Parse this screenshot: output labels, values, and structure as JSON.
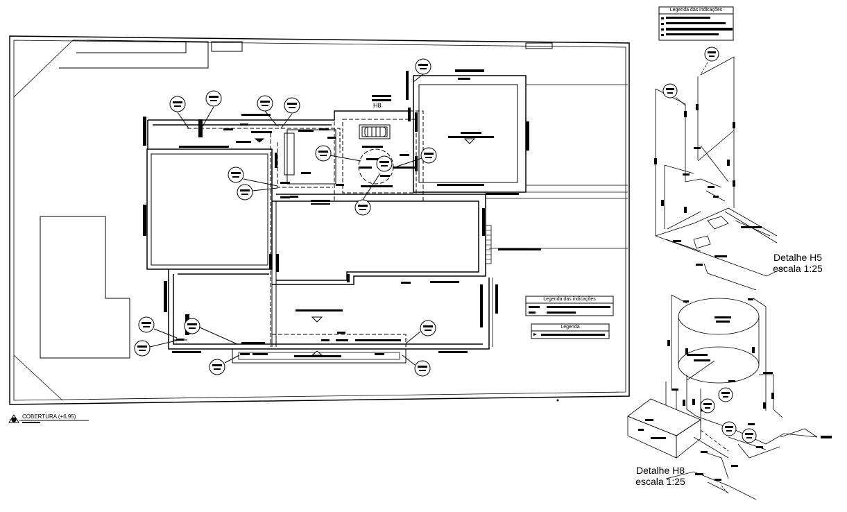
{
  "drawing": {
    "level_label": "COBERTURA (+6,95)",
    "plan_tag": "H8",
    "legend_top": {
      "title": "Legenda das indicações"
    },
    "legend_mid": {
      "title": "Legenda das indicações"
    },
    "legend_small": {
      "title": "Legenda"
    },
    "detail_h5": {
      "title": "Detalhe H5",
      "scale": "escala 1:25"
    },
    "detail_h8": {
      "title": "Detalhe H8",
      "scale": "escala 1:25"
    }
  },
  "style": {
    "line_color": "#000000",
    "background": "#ffffff"
  }
}
